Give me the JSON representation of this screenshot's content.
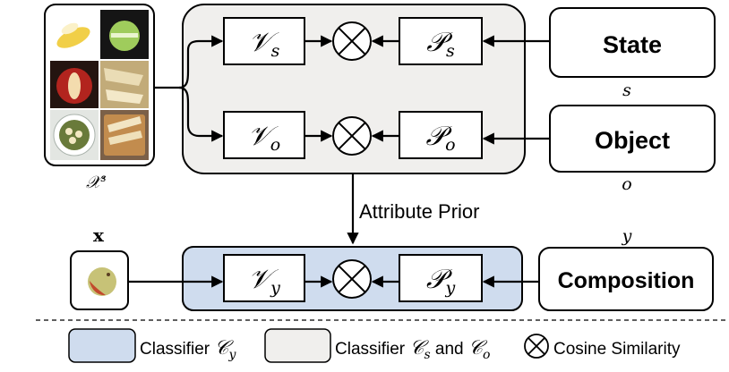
{
  "images": {
    "support_set_label": "𝒳",
    "support_set_sup": "s",
    "query_label": "x"
  },
  "modules": {
    "state_visual": {
      "main": "𝒱",
      "sub": "s"
    },
    "state_prompt": {
      "main": "𝒫",
      "sub": "s"
    },
    "object_visual": {
      "main": "𝒱",
      "sub": "o"
    },
    "object_prompt": {
      "main": "𝒫",
      "sub": "o"
    },
    "comp_visual": {
      "main": "𝒱",
      "sub": "y"
    },
    "comp_prompt": {
      "main": "𝒫",
      "sub": "y"
    }
  },
  "inputs": {
    "state": {
      "label": "State",
      "symbol": "s"
    },
    "object": {
      "label": "Object",
      "symbol": "o"
    },
    "composition": {
      "label": "Composition",
      "symbol": "y"
    }
  },
  "edge_label": "Attribute Prior",
  "operator_glyph": "⊗",
  "legend": {
    "composition_classifier": {
      "text": "Classifier ",
      "sym": "𝒞",
      "sub": "y"
    },
    "primitive_classifier": {
      "text": "Classifier ",
      "sym1": "𝒞",
      "sub1": "s",
      "and": " and ",
      "sym2": "𝒞",
      "sub2": "o"
    },
    "cosine": {
      "text": "Cosine Similarity"
    }
  },
  "colors": {
    "primitive_panel": "#f0efed",
    "composition_panel": "#cfdcee",
    "stroke": "#000000",
    "background": "#ffffff"
  }
}
